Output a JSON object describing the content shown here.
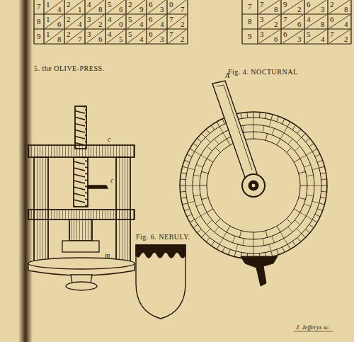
{
  "diagram": {
    "labels": [
      "7",
      "1",
      "4",
      "2",
      "1",
      "4",
      "8",
      "5",
      "6",
      "2",
      "9",
      "6",
      "3",
      "0",
      "7",
      "8",
      "1",
      "6",
      "2",
      "4",
      "3",
      "2",
      "4",
      "0",
      "5",
      "4",
      "6",
      "4",
      "7",
      "2",
      "9",
      "1",
      "8",
      "2",
      "7",
      "3",
      "6",
      "4",
      "5",
      "5",
      "4",
      "6",
      "3",
      "7",
      "2",
      "7",
      "7",
      "8",
      "9",
      "2",
      "6",
      "3",
      "2",
      "8",
      "8",
      "3",
      "2",
      "7",
      "6",
      "4",
      "8",
      "6",
      "4",
      "9",
      "3",
      "6",
      "6",
      "3",
      "5",
      "4",
      "7",
      "2",
      "Fig. 4. NOCTURNAL",
      "5. the OLIVE-PRESS.",
      "Fig. 6. NEBULY.",
      "c",
      "c",
      "m",
      "A",
      "J. Jefferys sc."
    ]
  }
}
